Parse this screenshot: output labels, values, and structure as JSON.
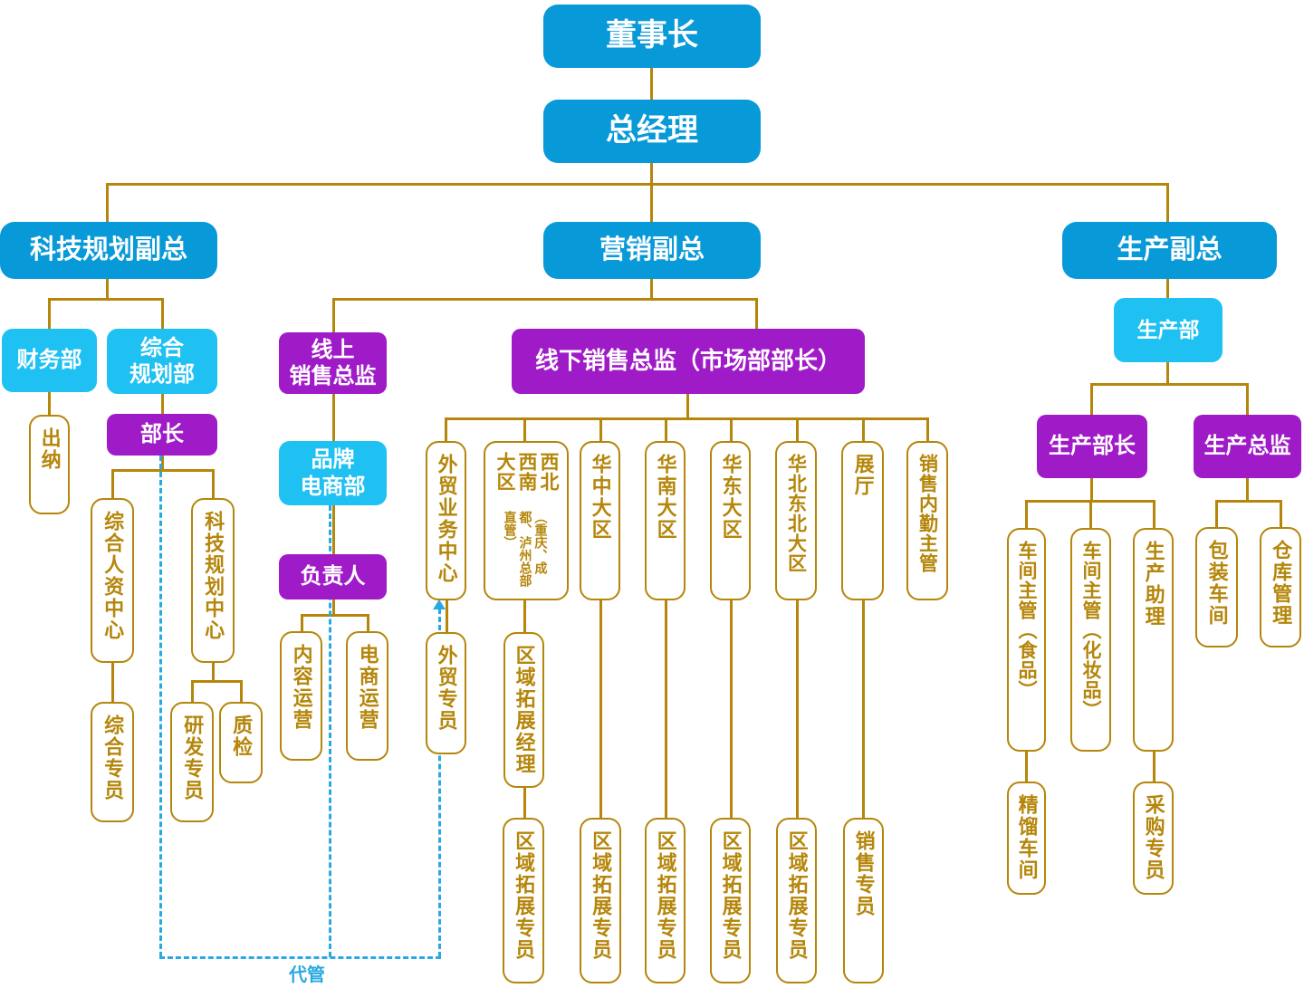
{
  "colors": {
    "node_blue": "#0899D8",
    "node_cyan": "#1EC1F2",
    "node_purple": "#A01BC8",
    "line_gold": "#B5860B",
    "dashed_blue": "#28A9E2"
  },
  "nodes": {
    "chairman": {
      "label": "董事长"
    },
    "general_manager": {
      "label": "总经理"
    },
    "tech_vp": {
      "label": "科技规划副总"
    },
    "marketing_vp": {
      "label": "营销副总"
    },
    "production_vp": {
      "label": "生产副总"
    },
    "finance_dept": {
      "label": "财务部"
    },
    "general_planning_dept": {
      "label": "综合\n规划部"
    },
    "cashier": {
      "label": "出纳"
    },
    "minister": {
      "label": "部长"
    },
    "hr_center": {
      "label": "综合人资中心"
    },
    "tech_planning_center": {
      "label": "科技规划中心"
    },
    "general_specialist": {
      "label": "综合专员"
    },
    "rd_specialist": {
      "label": "研发专员"
    },
    "quality_check": {
      "label": "质检"
    },
    "online_sales_director": {
      "label": "线上\n销售总监"
    },
    "offline_sales_director": {
      "label": "线下销售总监（市场部部长）"
    },
    "brand_ecommerce_dept": {
      "label": "品牌\n电商部"
    },
    "leader": {
      "label": "负责人"
    },
    "content_ops": {
      "label": "内容运营"
    },
    "ecommerce_ops": {
      "label": "电商运营"
    },
    "foreign_trade_center": {
      "label": "外贸业务中心"
    },
    "nw_sw_region": {
      "label": "西北西南大区",
      "sublabel": "（重庆、成都、泸州总部直管）"
    },
    "central_china_region": {
      "label": "华中大区"
    },
    "south_china_region": {
      "label": "华南大区"
    },
    "east_china_region": {
      "label": "华东大区"
    },
    "north_northeast_region": {
      "label": "华北东北大区"
    },
    "showroom": {
      "label": "展厅"
    },
    "sales_support_supervisor": {
      "label": "销售内勤主管"
    },
    "foreign_trade_specialist": {
      "label": "外贸专员"
    },
    "regional_expansion_manager": {
      "label": "区域拓展经理"
    },
    "regional_specialist_1": {
      "label": "区域拓展专员"
    },
    "regional_specialist_2": {
      "label": "区域拓展专员"
    },
    "regional_specialist_3": {
      "label": "区域拓展专员"
    },
    "regional_specialist_4": {
      "label": "区域拓展专员"
    },
    "regional_specialist_5": {
      "label": "区域拓展专员"
    },
    "sales_specialist": {
      "label": "销售专员"
    },
    "production_dept": {
      "label": "生产部"
    },
    "production_minister": {
      "label": "生产部长"
    },
    "production_director": {
      "label": "生产总监"
    },
    "workshop_supervisor_food": {
      "label": "车间主管（食品）"
    },
    "workshop_supervisor_cosmetics": {
      "label": "车间主管（化妆品）"
    },
    "production_assistant": {
      "label": "生产助理"
    },
    "distillation_workshop": {
      "label": "精馏车间"
    },
    "purchasing_specialist": {
      "label": "采购专员"
    },
    "packaging_workshop": {
      "label": "包装车间"
    },
    "warehouse_management": {
      "label": "仓库管理"
    }
  },
  "annotation": {
    "acting_management": "代管"
  }
}
